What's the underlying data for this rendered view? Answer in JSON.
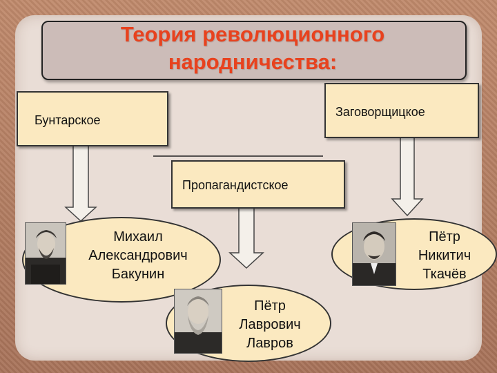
{
  "title": {
    "line1": "Теория революционного",
    "line2": "народничества:"
  },
  "branches": {
    "buntarskoe": "Бунтарское",
    "zagovorshchitskoe": "Заговорщицкое",
    "propagandistskoe": "Пропагандистское"
  },
  "people": {
    "bakunin": {
      "line1": "Михаил",
      "line2": "Александрович",
      "line3": "Бакунин"
    },
    "tkachev": {
      "line1": "Пётр",
      "line2": "Никитич",
      "line3": "Ткачёв"
    },
    "lavrov": {
      "line1": "Пётр",
      "line2": "Лаврович",
      "line3": "Лавров"
    }
  },
  "colors": {
    "title_text": "#e8421e",
    "box_fill": "#fbe9c0",
    "panel": "#e9ddd6"
  }
}
